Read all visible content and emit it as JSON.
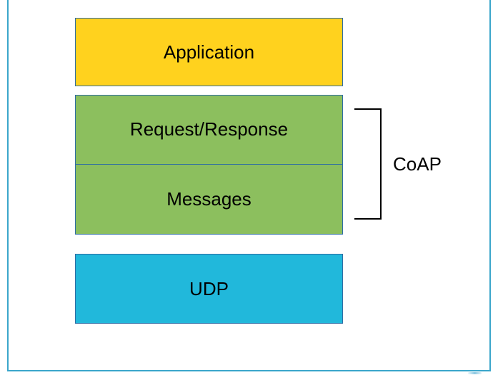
{
  "canvas": {
    "frame_color": "#3BA6CB"
  },
  "diagram": {
    "text_color": "#000000",
    "layers": [
      {
        "label": "Application",
        "fill": "#FFD21E",
        "border": "#2E6DA4"
      },
      {
        "label": "Request/Response",
        "fill": "#8CBF5E",
        "border": "#2E6DA4"
      },
      {
        "label": "Messages",
        "fill": "#8CBF5E",
        "border": "#2E6DA4"
      },
      {
        "label": "UDP",
        "fill": "#21B8DB",
        "border": "#2E6DA4"
      }
    ],
    "bracket": {
      "label": "CoAP",
      "color": "#000000"
    }
  }
}
